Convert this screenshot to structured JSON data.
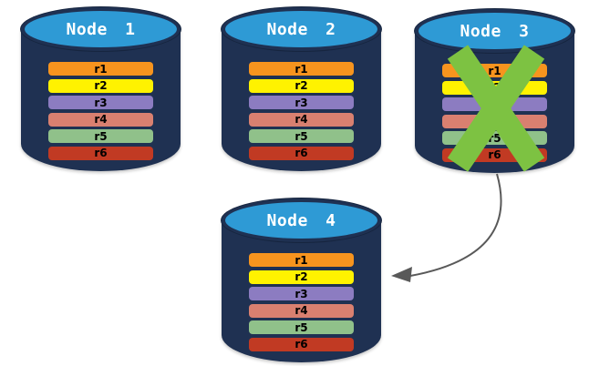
{
  "colors": {
    "background": "#FFFFFF",
    "cylinder_body": "#1F3152",
    "cylinder_outline": "#16253F",
    "cylinder_top": "#2E9AD5",
    "title_text": "#FFFFFF",
    "bar_label": "#000000",
    "failure_x": "#7DC242",
    "arrow": "#595959"
  },
  "rows": [
    {
      "label": "r1",
      "color": "#F7941E"
    },
    {
      "label": "r2",
      "color": "#FFF200"
    },
    {
      "label": "r3",
      "color": "#8C7CC1"
    },
    {
      "label": "r4",
      "color": "#D98070"
    },
    {
      "label": "r5",
      "color": "#90C18A"
    },
    {
      "label": "r6",
      "color": "#C13A23"
    }
  ],
  "nodes": [
    {
      "label": "Node 1",
      "failed": false
    },
    {
      "label": "Node 2",
      "failed": false
    },
    {
      "label": "Node 3",
      "failed": true
    },
    {
      "label": "Node 4",
      "failed": false
    }
  ]
}
